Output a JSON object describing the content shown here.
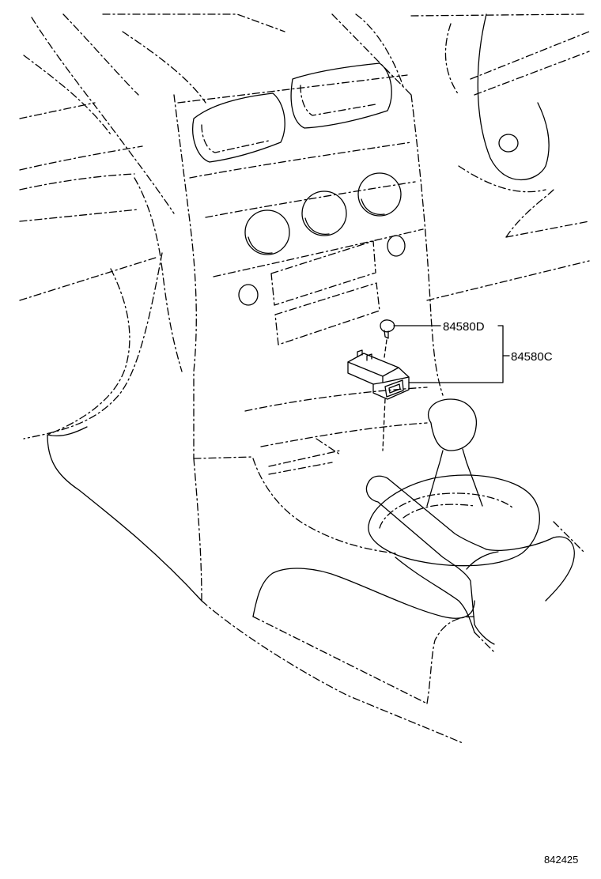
{
  "callouts": [
    {
      "id": "clip",
      "part_number": "84580D"
    },
    {
      "id": "switch",
      "part_number": "84580C"
    }
  ],
  "figure_number": "842425",
  "colors": {
    "line": "#000000",
    "background": "#ffffff"
  }
}
